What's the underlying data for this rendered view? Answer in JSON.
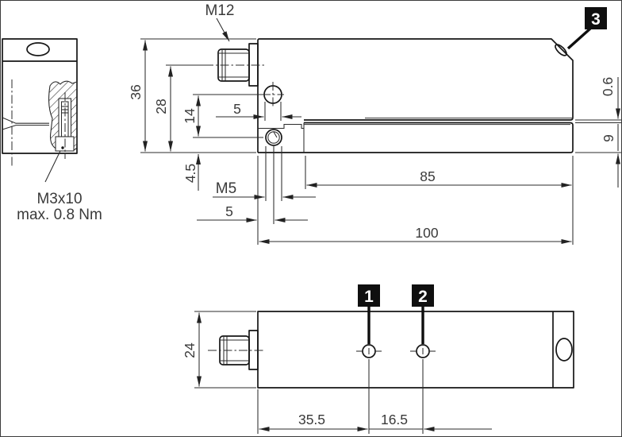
{
  "drawing": {
    "labels": {
      "connector_thread": "M12",
      "mounting_thread": "M5",
      "clamp_screw": "M3x10",
      "clamp_torque": "max. 0.8 Nm"
    },
    "callouts": {
      "pot1": "1",
      "pot2": "2",
      "indicator": "3"
    },
    "dims": {
      "overall_height": "36",
      "connector_axis": "28",
      "hole_spacing": "14",
      "m5_to_bottom": "4.5",
      "hole_diameter": "5",
      "edge_to_hole": "5",
      "slot_depth": "85",
      "overall_length": "100",
      "slot_width": "0.6",
      "lower_arm_height": "9",
      "body_width": "24",
      "pot1_offset": "35.5",
      "pot_spacing": "16.5"
    },
    "colors": {
      "line": "#161616",
      "dim_text": "#3a3a3a",
      "callout_bg": "#0f0f0f",
      "callout_fg": "#ffffff",
      "background": "#ffffff"
    }
  }
}
